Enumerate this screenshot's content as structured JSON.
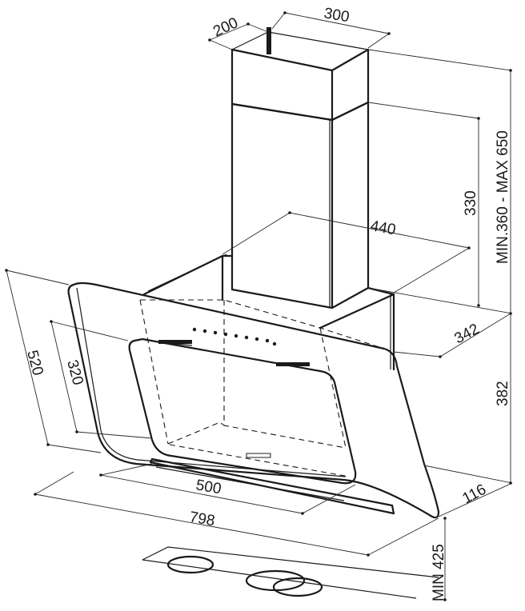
{
  "dimensions": {
    "chimney_depth": "200",
    "chimney_width": "300",
    "height_range": "MIN.360 - MAX 650",
    "chimney_lower": "330",
    "canopy_depth_top": "440",
    "body_depth": "342",
    "body_height": "382",
    "glass_height": "520",
    "glass_inner": "320",
    "inner_width": "500",
    "overall_width": "798",
    "lower_offset": "116",
    "min_clearance": "MIN 425"
  },
  "colors": {
    "line": "#1a1a1a",
    "background": "#ffffff"
  }
}
